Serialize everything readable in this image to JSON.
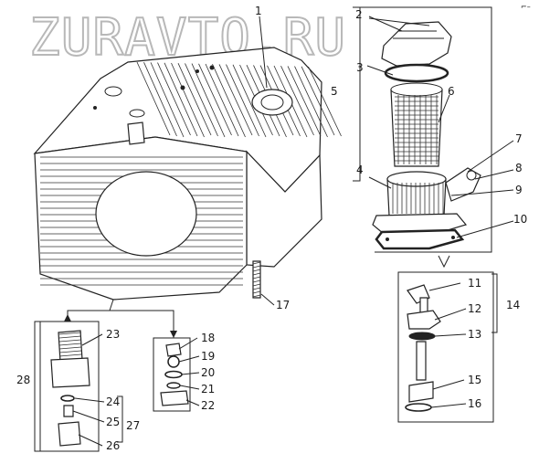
{
  "watermark": "ZURAVTO.RU",
  "corner_mark": "⌐–",
  "callouts": [
    "1",
    "2",
    "3",
    "4",
    "5",
    "6",
    "7",
    "8",
    "9",
    "10",
    "11",
    "12",
    "13",
    "14",
    "15",
    "16",
    "17",
    "18",
    "19",
    "20",
    "21",
    "22",
    "23",
    "24",
    "25",
    "26",
    "27",
    "28"
  ]
}
